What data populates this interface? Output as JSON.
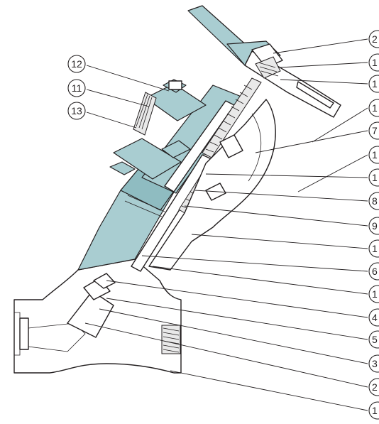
{
  "diagram": {
    "callouts_left": [
      {
        "id": "c12",
        "label": "12"
      },
      {
        "id": "c11",
        "label": "11"
      },
      {
        "id": "c13",
        "label": "13"
      }
    ],
    "callouts_right": [
      {
        "id": "r1",
        "label": "2"
      },
      {
        "id": "r2",
        "label": "1"
      },
      {
        "id": "r3",
        "label": "1"
      },
      {
        "id": "r4",
        "label": "1"
      },
      {
        "id": "r5",
        "label": "7"
      },
      {
        "id": "r6",
        "label": "1"
      },
      {
        "id": "r7",
        "label": "1"
      },
      {
        "id": "r8",
        "label": "8"
      },
      {
        "id": "r9",
        "label": "9"
      },
      {
        "id": "r10",
        "label": "1"
      },
      {
        "id": "r11",
        "label": "6"
      },
      {
        "id": "r12",
        "label": "1"
      },
      {
        "id": "r13",
        "label": "4"
      },
      {
        "id": "r14",
        "label": "5"
      },
      {
        "id": "r15",
        "label": "3"
      },
      {
        "id": "r16",
        "label": "2"
      },
      {
        "id": "r17",
        "label": "1"
      }
    ],
    "colors": {
      "part_fill": "#a9cdd1",
      "line": "#231f20",
      "background": "#ffffff"
    }
  }
}
